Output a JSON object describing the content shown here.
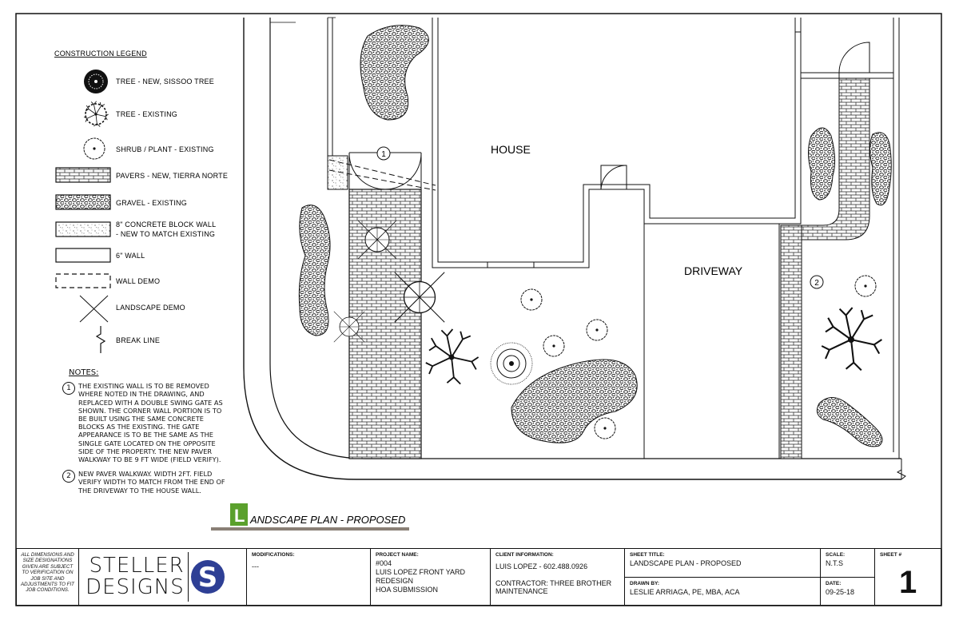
{
  "legend": {
    "title": "CONSTRUCTION LEGEND",
    "items": [
      {
        "label": "TREE - NEW, SISSOO TREE",
        "icon": "new-tree-icon"
      },
      {
        "label": "TREE - EXISTING",
        "icon": "existing-tree-icon"
      },
      {
        "label": "SHRUB / PLANT - EXISTING",
        "icon": "shrub-icon"
      },
      {
        "label": "PAVERS - NEW, TIERRA NORTE",
        "icon": "pavers-icon"
      },
      {
        "label": "GRAVEL - EXISTING",
        "icon": "gravel-icon"
      },
      {
        "label": "8\" CONCRETE BLOCK WALL",
        "label2": "- NEW TO MATCH EXISTING",
        "icon": "block-wall-icon"
      },
      {
        "label": "6\" WALL",
        "icon": "wall-icon"
      },
      {
        "label": "WALL DEMO",
        "icon": "wall-demo-icon"
      },
      {
        "label": "LANDSCAPE DEMO",
        "icon": "landscape-demo-icon"
      },
      {
        "label": "BREAK LINE",
        "icon": "break-line-icon"
      }
    ]
  },
  "notes": {
    "title": "NOTES:",
    "items": [
      {
        "num": "1",
        "text": "THE EXISTING WALL IS TO BE REMOVED WHERE NOTED IN THE DRAWING, AND REPLACED WITH A DOUBLE SWING GATE AS SHOWN. THE CORNER WALL PORTION IS TO BE BUILT USING THE SAME CONCRETE BLOCKS AS THE EXISTING. THE GATE APPEARANCE IS TO BE THE SAME AS THE SINGLE GATE LOCATED ON THE OPPOSITE SIDE OF THE PROPERTY. THE NEW PAVER WALKWAY TO BE 9 FT WIDE (FIELD VERIFY)."
      },
      {
        "num": "2",
        "text": "NEW PAVER WALKWAY. WIDTH 2FT. FIELD VERIFY WIDTH TO MATCH FROM THE END OF THE DRIVEWAY TO THE HOUSE WALL."
      }
    ]
  },
  "plan": {
    "house_label": "HOUSE",
    "driveway_label": "DRIVEWAY",
    "callout_1": "1",
    "callout_2": "2",
    "title_letter": "L",
    "title_rest": "ANDSCAPE PLAN - PROPOSED",
    "accent_color": "#5aa02c"
  },
  "titleblock": {
    "disclaimer": "ALL DIMENSIONS AND SIZE DESIGNATIONS GIVEN ARE SUBJECT TO VERIFICATION ON JOB SITE AND ADJUSTMENTS TO FIT JOB CONDITIONS.",
    "logo_line1": "STELLER",
    "logo_line2": "DESIGNS",
    "logo_letter": "S",
    "logo_color": "#2e3f95",
    "modifications_label": "MODIFICATIONS:",
    "modifications_value": "---",
    "project_label": "PROJECT NAME:",
    "project_lines": [
      "#004",
      "LUIS LOPEZ FRONT YARD",
      "REDESIGN",
      "HOA SUBMISSION"
    ],
    "client_label": "CLIENT INFORMATION:",
    "client_value": "LUIS LOPEZ - 602.488.0926",
    "contractor_value": "CONTRACTOR: THREE BROTHER MAINTENANCE",
    "sheet_title_label": "SHEET TITLE:",
    "sheet_title_value": "LANDSCAPE PLAN - PROPOSED",
    "drawn_by_label": "DRAWN BY:",
    "drawn_by_value": "LESLIE ARRIAGA, PE, MBA, ACA",
    "scale_label": "SCALE:",
    "scale_value": "N.T.S",
    "date_label": "DATE:",
    "date_value": "09-25-18",
    "sheet_label": "SHEET #",
    "sheet_value": "1"
  }
}
